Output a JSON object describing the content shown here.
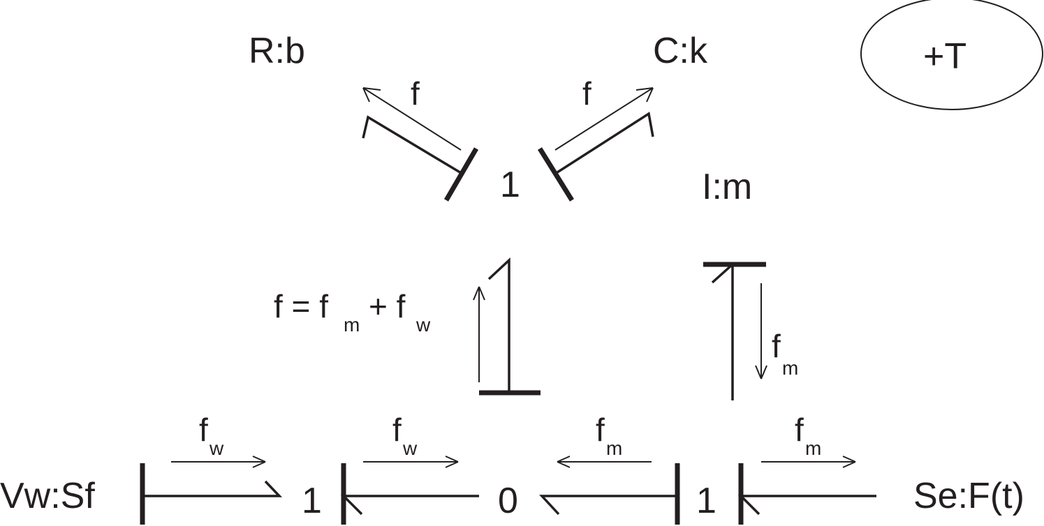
{
  "elements": {
    "r_b": "R:b",
    "c_k": "C:k",
    "i_m": "I:m",
    "vw_sf": "Vw:Sf",
    "se_ft": "Se:F(t)",
    "top_junction": "1",
    "left_junction": "1",
    "zero_junction": "0",
    "right_junction": "1",
    "temp_badge": "+T"
  },
  "flows": {
    "top_left": "f",
    "top_right": "f",
    "vertical_main": "f",
    "vertical_im": "f",
    "bottom_1": "f",
    "bottom_2": "f",
    "bottom_3": "f",
    "bottom_4": "f"
  },
  "subscripts": {
    "vertical_im": "m",
    "bottom_1": "w",
    "bottom_2": "w",
    "bottom_3": "m",
    "bottom_4": "m"
  },
  "equation": {
    "lhs": "f = f",
    "sub1": "m",
    "plus": " + f",
    "sub2": "w"
  },
  "colors": {
    "ink": "#231f20",
    "background": "#ffffff"
  }
}
